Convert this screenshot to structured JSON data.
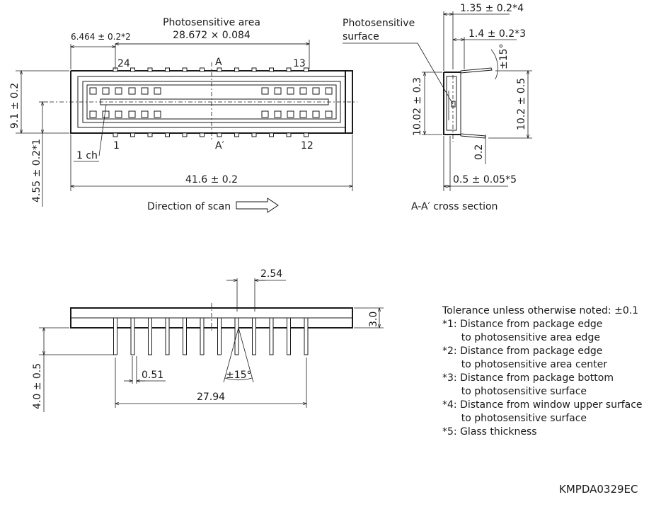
{
  "top_view": {
    "area_title": "Photosensitive area",
    "area_size": "28.672 × 0.084",
    "dim_left_offset": "6.464 ± 0.2*2",
    "pin_24": "24",
    "pin_13": "13",
    "pin_1": "1",
    "pin_12": "12",
    "section_a": "A",
    "section_a_prime": "A′",
    "dim_height": "9.1 ± 0.2",
    "dim_offset_vertical": "4.55 ± 0.2*1",
    "ch1": "1 ch",
    "dim_width": "41.6 ± 0.2",
    "scan_direction": "Direction of scan"
  },
  "cross_section": {
    "surface_label_1": "Photosensitive",
    "surface_label_2": "surface",
    "dim_135": "1.35 ± 0.2*4",
    "dim_14": "1.4 ± 0.2*3",
    "angle": "±15°",
    "dim_1002": "10.02 ± 0.3",
    "dim_102": "10.2 ± 0.5",
    "dim_02": "0.2",
    "dim_05": "0.5 ± 0.05*5",
    "caption": "A-A′ cross section"
  },
  "side_view": {
    "pitch": "2.54",
    "thickness": "3.0",
    "lead_length": "4.0 ± 0.5",
    "lead_width": "0.51",
    "lead_angle": "±15°",
    "lead_span": "27.94"
  },
  "notes": [
    "Tolerance unless otherwise noted: ±0.1",
    "*1: Distance from package edge",
    "      to photosensitive area edge",
    "*2: Distance from package edge",
    "      to photosensitive area center",
    "*3: Distance from package bottom",
    "      to photosensitive surface",
    "*4: Distance from window upper surface",
    "      to photosensitive surface",
    "*5: Glass thickness"
  ],
  "drawing_code": "KMPDA0329EC"
}
